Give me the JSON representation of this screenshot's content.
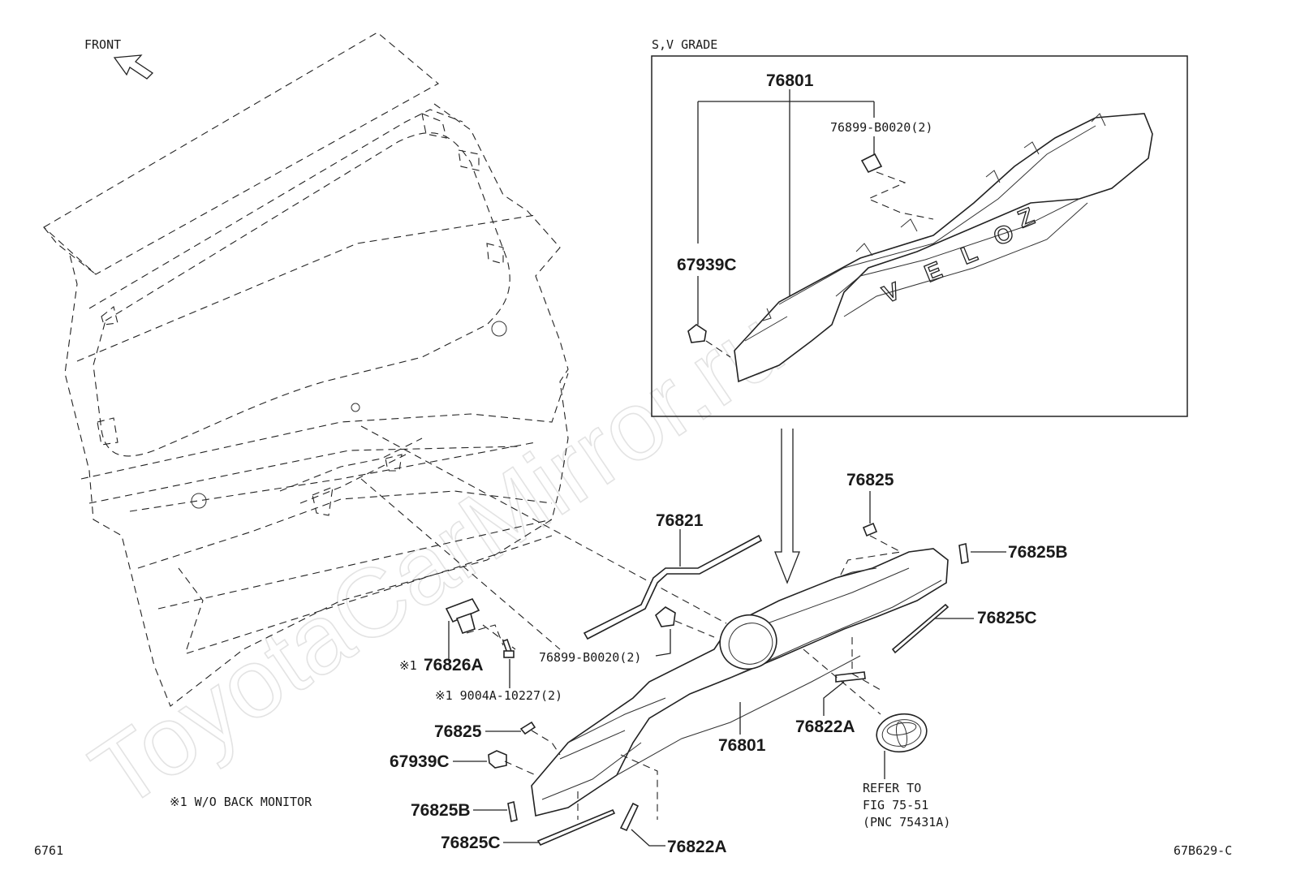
{
  "watermark": "ToyotaCarMirror.ru",
  "front_label": "FRONT",
  "inset": {
    "grade_label": "S,V GRADE",
    "part_main": "76801",
    "part_clip": "76899-B0020(2)",
    "part_clip2": "67939C",
    "emblem_letters": [
      "V",
      "E",
      "L",
      "O",
      "Z"
    ]
  },
  "parts": {
    "p76825_top": "76825",
    "p76821": "76821",
    "p76825B_right": "76825B",
    "p76825C_right": "76825C",
    "p76899": "76899-B0020(2)",
    "p76826A": "76826A",
    "p76826A_mark": "※1",
    "p9004A": "※1 9004A-10227(2)",
    "p76825_left": "76825",
    "p67939C": "67939C",
    "p76825B_left": "76825B",
    "p76825C_left": "76825C",
    "p76822A_bottom": "76822A",
    "p76801": "76801",
    "p76822A_right": "76822A"
  },
  "refer": {
    "line1": "REFER TO",
    "line2": "FIG 75-51",
    "line3": "(PNC 75431A)"
  },
  "footnote": "※1 W/O BACK MONITOR",
  "page_number": "6761",
  "figure_code": "67B629-C"
}
